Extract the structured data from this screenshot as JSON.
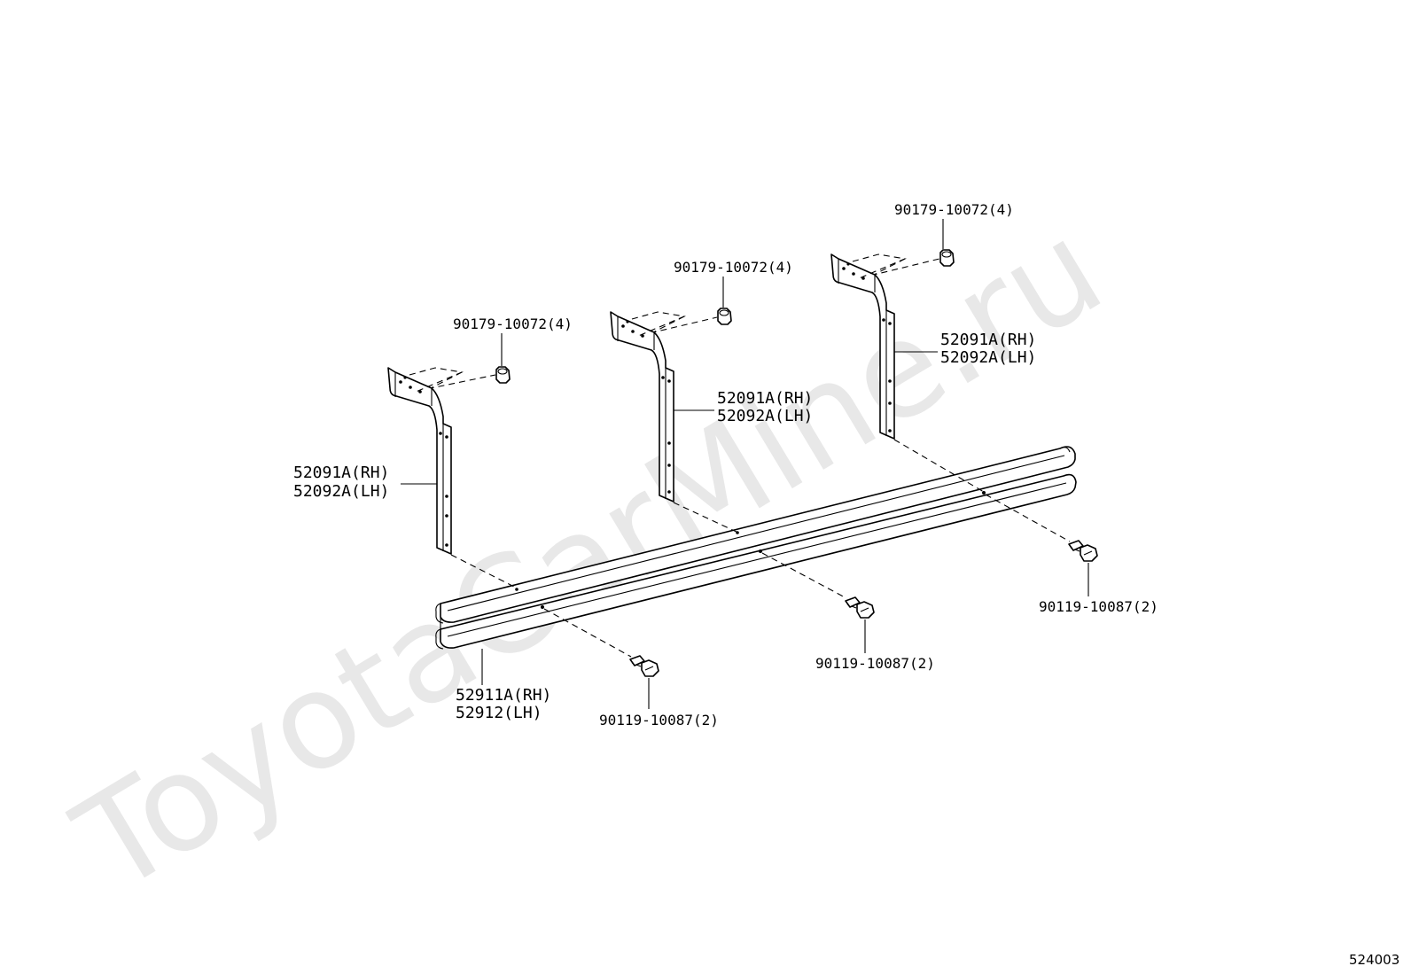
{
  "watermark": "ToyotaCarMine.ru",
  "figure_number": "524003",
  "labels": {
    "nut_right": "90179-10072(4)",
    "nut_middle": "90179-10072(4)",
    "nut_left": "90179-10072(4)",
    "bracket_right_rh": "52091A(RH)",
    "bracket_right_lh": "52092A(LH)",
    "bracket_middle_rh": "52091A(RH)",
    "bracket_middle_lh": "52092A(LH)",
    "bracket_left_rh": "52091A(RH)",
    "bracket_left_lh": "52092A(LH)",
    "bumper_rh": "52911A(RH)",
    "bumper_lh": "52912(LH)",
    "bolt_right": "90119-10087(2)",
    "bolt_middle": "90119-10087(2)",
    "bolt_left": "90119-10087(2)"
  }
}
